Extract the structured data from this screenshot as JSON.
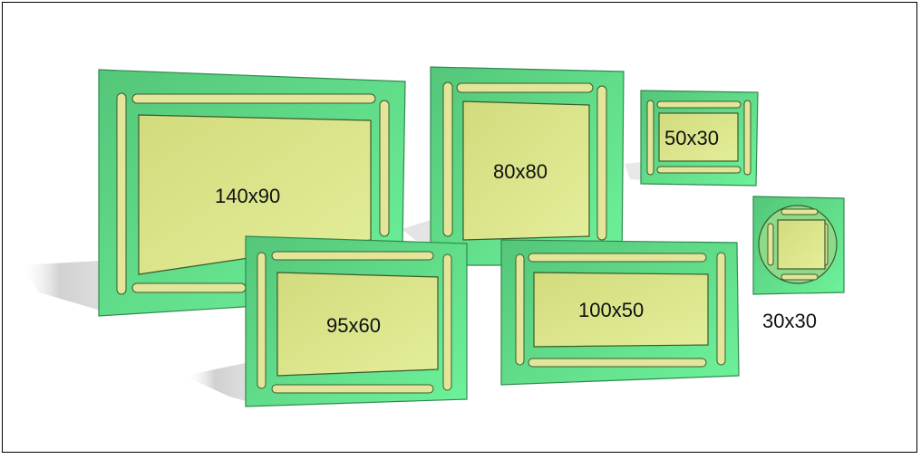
{
  "pads": [
    {
      "id": "pad-140x90",
      "label": "140x90"
    },
    {
      "id": "pad-80x80",
      "label": "80x80"
    },
    {
      "id": "pad-50x30",
      "label": "50x30"
    },
    {
      "id": "pad-30x30",
      "label": "30x30"
    },
    {
      "id": "pad-95x60",
      "label": "95x60"
    },
    {
      "id": "pad-100x50",
      "label": "100x50"
    }
  ],
  "colors": {
    "board": "#5fd67e",
    "board_edge": "#2f8a4d",
    "die": "#dce68a",
    "die_edge": "#3a5a2c",
    "rail": "#e3e59a",
    "shadow": "#cfcfcf"
  }
}
